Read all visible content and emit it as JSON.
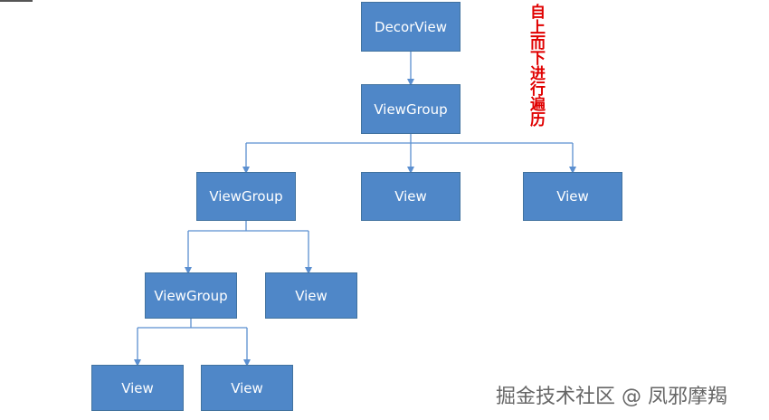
{
  "nodes": {
    "decor": "DecorView",
    "root_group": "ViewGroup",
    "group_l2": "ViewGroup",
    "view_l2_mid": "View",
    "view_l2_right": "View",
    "group_l3": "ViewGroup",
    "view_l3": "View",
    "view_l4_left": "View",
    "view_l4_right": "View"
  },
  "annotation": "自上而下进行遍历",
  "watermark": "掘金技术社区 @ 凤邪摩羯",
  "colors": {
    "node_fill": "#4f87c8",
    "connector": "#5b8fd0",
    "annotation": "#e00000"
  }
}
